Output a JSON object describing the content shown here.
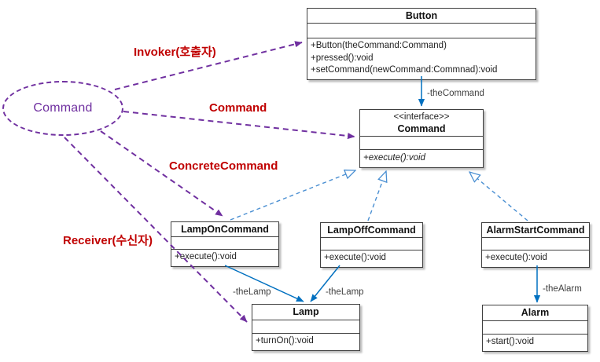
{
  "ellipse": {
    "label": "Command"
  },
  "roles": {
    "invoker": "Invoker(호출자)",
    "command": "Command",
    "concrete_command": "ConcreteCommand",
    "receiver": "Receiver(수신자)"
  },
  "classes": {
    "button": {
      "name": "Button",
      "methods": [
        "+Button(theCommand:Command)",
        "+pressed():void",
        "+setCommand(newCommand:Commnad):void"
      ]
    },
    "command_interface": {
      "stereotype": "<<interface>>",
      "name": "Command",
      "methods": [
        "+execute():void"
      ]
    },
    "lamp_on_command": {
      "name": "LampOnCommand",
      "methods": [
        "+execute():void"
      ]
    },
    "lamp_off_command": {
      "name": "LampOffCommand",
      "methods": [
        "+execute():void"
      ]
    },
    "alarm_start_command": {
      "name": "AlarmStartCommand",
      "methods": [
        "+execute():void"
      ]
    },
    "lamp": {
      "name": "Lamp",
      "methods": [
        "+turnOn():void"
      ]
    },
    "alarm": {
      "name": "Alarm",
      "methods": [
        "+start():void"
      ]
    }
  },
  "edge_labels": {
    "the_command": "-theCommand",
    "the_lamp_left": "-theLamp",
    "the_lamp_right": "-theLamp",
    "the_alarm": "-theAlarm"
  },
  "colors": {
    "purple": "#7030A0",
    "red": "#C00000",
    "blue": "#0070C0",
    "realization_blue": "#4A8FD2"
  }
}
